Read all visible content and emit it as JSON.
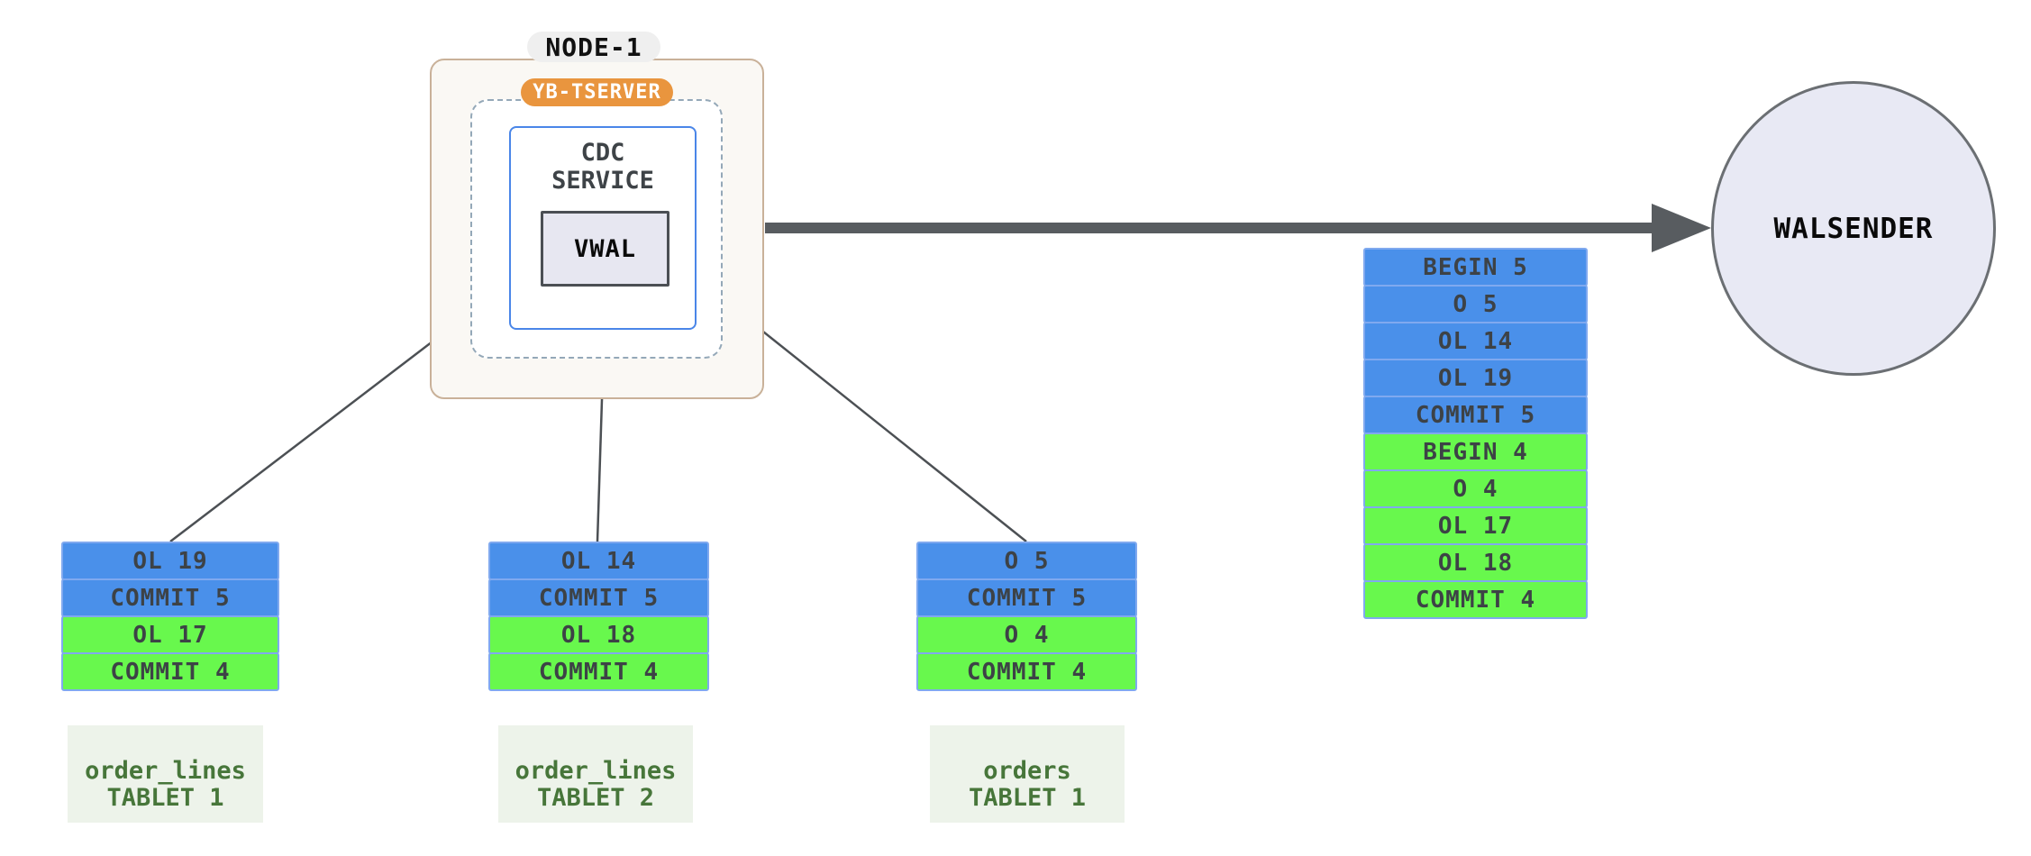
{
  "diagram": {
    "node": {
      "label": "NODE-1",
      "tserver_badge": "YB-TSERVER",
      "cdc_service": {
        "line1": "CDC",
        "line2": "SERVICE"
      },
      "vwal_label": "VWAL"
    },
    "walsender": {
      "label": "WALSENDER"
    },
    "merged_stream": {
      "rows": [
        {
          "label": "BEGIN 5",
          "color": "blue"
        },
        {
          "label": "O 5",
          "color": "blue"
        },
        {
          "label": "OL 14",
          "color": "blue"
        },
        {
          "label": "OL 19",
          "color": "blue"
        },
        {
          "label": "COMMIT 5",
          "color": "blue"
        },
        {
          "label": "BEGIN 4",
          "color": "green"
        },
        {
          "label": "O 4",
          "color": "green"
        },
        {
          "label": "OL 17",
          "color": "green"
        },
        {
          "label": "OL 18",
          "color": "green"
        },
        {
          "label": "COMMIT 4",
          "color": "green"
        }
      ]
    },
    "tablets": [
      {
        "name_line1": "order_lines",
        "name_line2": "TABLET 1",
        "rows": [
          {
            "label": "OL 19",
            "color": "blue"
          },
          {
            "label": "COMMIT 5",
            "color": "blue"
          },
          {
            "label": "OL 17",
            "color": "green"
          },
          {
            "label": "COMMIT 4",
            "color": "green"
          }
        ]
      },
      {
        "name_line1": "order_lines",
        "name_line2": "TABLET 2",
        "rows": [
          {
            "label": "OL 14",
            "color": "blue"
          },
          {
            "label": "COMMIT 5",
            "color": "blue"
          },
          {
            "label": "OL 18",
            "color": "green"
          },
          {
            "label": "COMMIT 4",
            "color": "green"
          }
        ]
      },
      {
        "name_line1": "orders",
        "name_line2": "TABLET 1",
        "rows": [
          {
            "label": "O 5",
            "color": "blue"
          },
          {
            "label": "COMMIT 5",
            "color": "blue"
          },
          {
            "label": "O 4",
            "color": "green"
          },
          {
            "label": "COMMIT 4",
            "color": "green"
          }
        ]
      }
    ],
    "colors": {
      "row_blue": "#4a90ea",
      "row_green": "#68f84d",
      "row_border": "#80a9ef",
      "node_border": "#c9b199",
      "badge_orange": "#e9953e",
      "cdc_border": "#4a86e8",
      "vwal_fill": "#e7e7f1",
      "walsender_fill": "#e8e9f4",
      "arrow_dark": "#585c60",
      "tablet_label_text": "#47763a",
      "tablet_label_bg": "#edf3ea"
    }
  }
}
